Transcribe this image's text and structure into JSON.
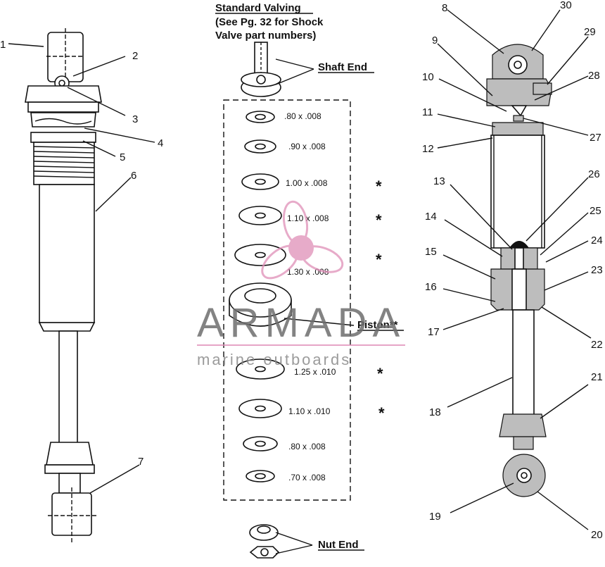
{
  "header": {
    "line1": "Standard Valving",
    "line2": "(See Pg. 32 for Shock",
    "line3": "Valve part numbers)"
  },
  "shaft_end_label": "Shaft End",
  "piston_label": "Piston**",
  "nut_end_label": "Nut End",
  "shims": [
    {
      "label": ".80 x .008",
      "star": ""
    },
    {
      "label": ".90 x .008",
      "star": ""
    },
    {
      "label": "1.00 x .008",
      "star": "*"
    },
    {
      "label": "1.10 x .008",
      "star": "*"
    },
    {
      "label": "1.30 x .008",
      "star": "*"
    },
    {
      "label": "1.25 x .010",
      "star": "*"
    },
    {
      "label": "1.10 x .010",
      "star": "*"
    },
    {
      "label": ".80 x .008",
      "star": ""
    },
    {
      "label": ".70 x .008",
      "star": ""
    }
  ],
  "callouts": [
    "1",
    "2",
    "3",
    "4",
    "5",
    "6",
    "7",
    "8",
    "9",
    "10",
    "11",
    "12",
    "13",
    "14",
    "15",
    "16",
    "17",
    "18",
    "19",
    "20",
    "21",
    "22",
    "23",
    "24",
    "25",
    "26",
    "27",
    "28",
    "29",
    "30"
  ],
  "watermark": {
    "brand": "ARMADA",
    "tagline": "marine outboards"
  }
}
